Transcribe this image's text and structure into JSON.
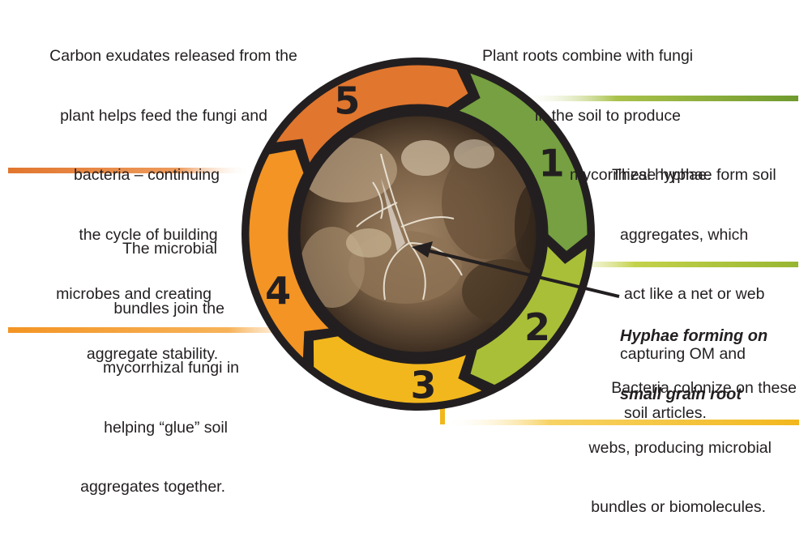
{
  "steps": [
    {
      "number": "1",
      "color": "#76a041",
      "lines": [
        "Plant roots combine with fungi",
        "in the soil to produce",
        "mycorrhizal hyphae."
      ]
    },
    {
      "number": "2",
      "color": "#a9bf38",
      "lines": [
        "These hyphae form soil",
        "aggregates, which",
        "act like a net or web",
        "capturing OM and",
        "soil articles."
      ]
    },
    {
      "number": "3",
      "color": "#f2b71d",
      "lines": [
        "Bacteria colonize on these",
        "webs, producing microbial",
        "bundles or biomolecules."
      ]
    },
    {
      "number": "4",
      "color": "#f39424",
      "lines": [
        "The microbial",
        "bundles join the",
        "mycorrhizal fungi in",
        "helping “glue” soil",
        "aggregates together."
      ]
    },
    {
      "number": "5",
      "color": "#e1762e",
      "lines": [
        "Carbon exudates released from the",
        "plant helps feed the fungi and",
        "bacteria – continuing",
        "the cycle of building",
        "microbes and creating",
        "aggregate stability."
      ]
    }
  ],
  "callout": {
    "lines": [
      "Hyphae forming on",
      "small grain root"
    ]
  },
  "colors": {
    "outline": "#231f20",
    "text": "#231f20"
  }
}
